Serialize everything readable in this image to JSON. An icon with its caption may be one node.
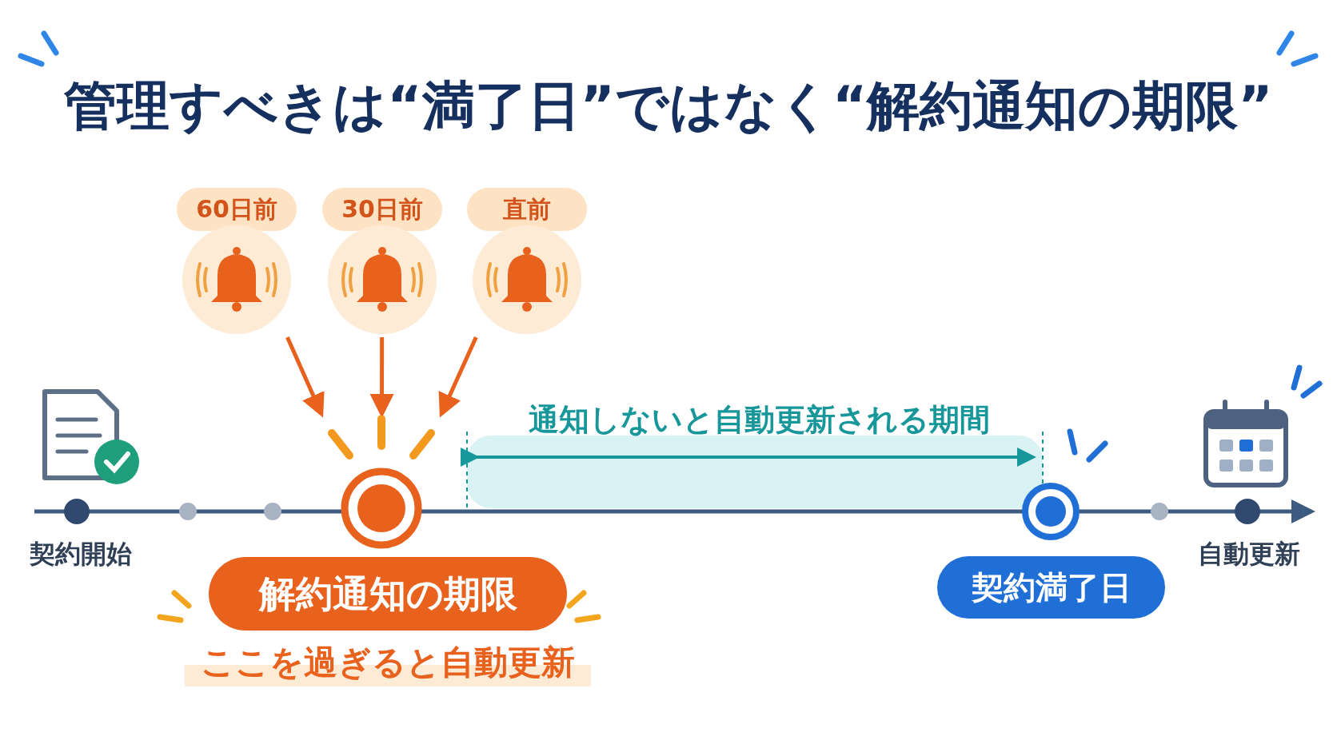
{
  "diagram": {
    "title": "管理すべきは“満了日”ではなく“解約通知の期限”",
    "nodes": [
      {
        "text": [
          "60日前"
        ]
      },
      {
        "text": [
          "30日前"
        ]
      },
      {
        "text": [
          "直前"
        ]
      },
      {
        "text": [],
        "shape": "circle"
      },
      {
        "text": [
          "解約通知の期限"
        ],
        "beside": [
          "ここを過ぎると自動更新"
        ]
      },
      {
        "text": [
          "契約満了日"
        ]
      }
    ],
    "edges": [
      {
        "from": 0,
        "to": 3,
        "arrow": "to"
      },
      {
        "from": 1,
        "to": 3,
        "arrow": "to"
      },
      {
        "from": 2,
        "to": 3,
        "arrow": "to"
      }
    ],
    "labels": [
      "通知しないと自動更新される期間",
      "契約開始",
      "自動更新"
    ]
  }
}
